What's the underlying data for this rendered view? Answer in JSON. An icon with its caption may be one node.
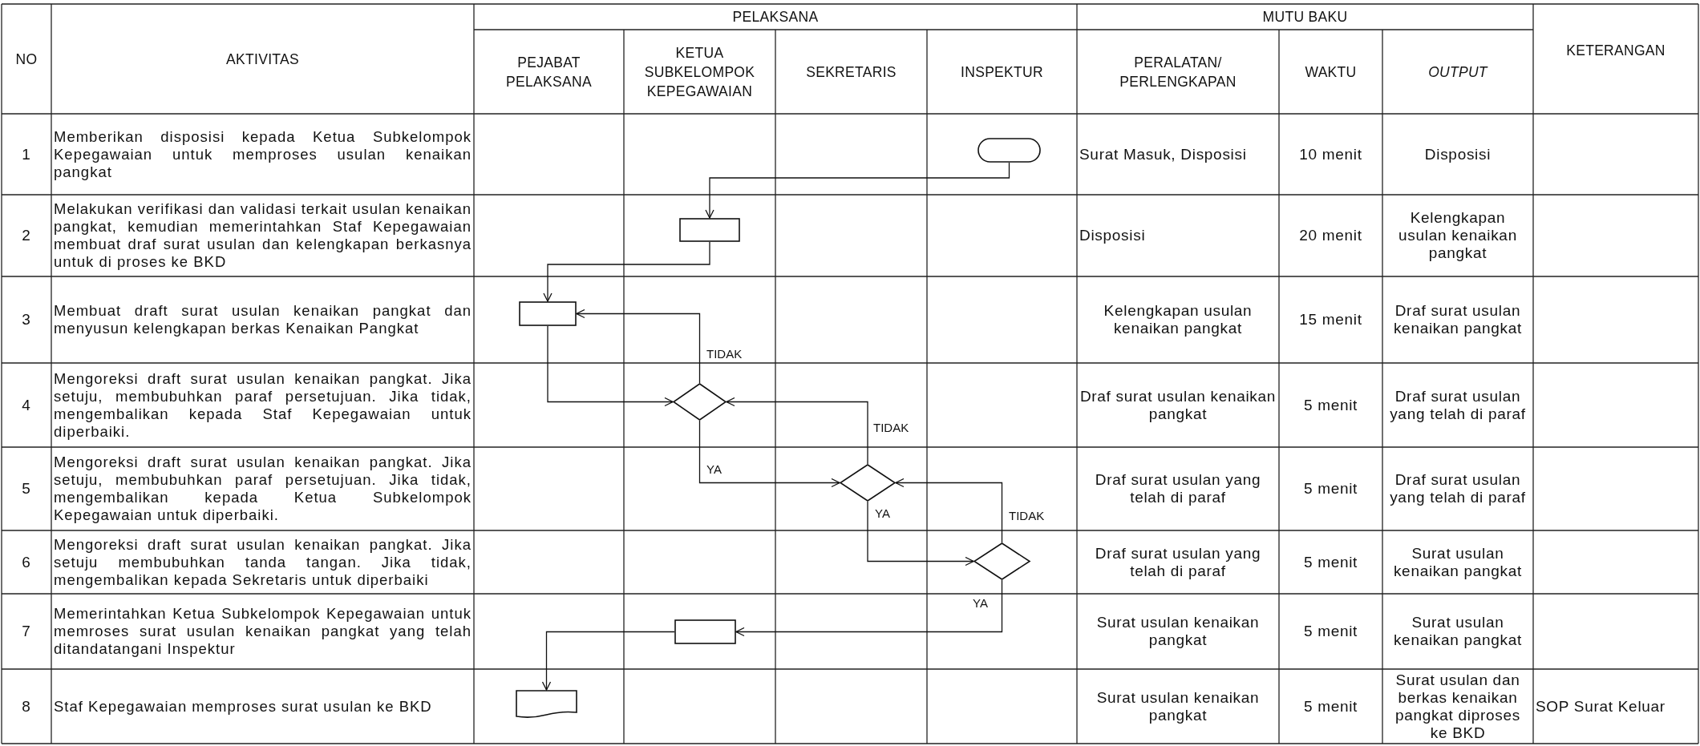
{
  "diagram": {
    "nodes": [
      {
        "text": [],
        "shape": "oval"
      },
      {
        "text": [],
        "shape": "box"
      },
      {
        "text": [],
        "shape": "box"
      },
      {
        "text": [],
        "shape": "diamond"
      },
      {
        "text": [],
        "shape": "diamond"
      },
      {
        "text": [],
        "shape": "diamond"
      },
      {
        "text": [],
        "shape": "box"
      },
      {
        "text": [],
        "shape": "document"
      }
    ],
    "edges": [
      {
        "from": 0,
        "to": 1,
        "arrow": "to"
      },
      {
        "from": 1,
        "to": 2,
        "arrow": "to"
      },
      {
        "from": 2,
        "to": 3,
        "arrow": "to"
      },
      {
        "from": 3,
        "to": 2,
        "arrow": "to",
        "label": "TIDAK"
      },
      {
        "from": 3,
        "to": 4,
        "arrow": "to",
        "label": "YA"
      },
      {
        "from": 4,
        "to": 3,
        "arrow": "to",
        "label": "TIDAK"
      },
      {
        "from": 4,
        "to": 5,
        "arrow": "to",
        "label": "YA"
      },
      {
        "from": 5,
        "to": 4,
        "arrow": "to",
        "label": "TIDAK"
      },
      {
        "from": 5,
        "to": 6,
        "arrow": "to",
        "label": "YA"
      },
      {
        "from": 6,
        "to": 7,
        "arrow": "to"
      }
    ],
    "labels": [
      "NO",
      "AKTIVITAS",
      "PELAKSANA",
      "MUTU BAKU",
      "KETERANGAN",
      "PEJABAT PELAKSANA",
      "KETUA SUBKELOMPOK KEPEGAWAIAN",
      "SEKRETARIS",
      "INSPEKTUR",
      "PERALATAN/ PERLENGKAPAN",
      "WAKTU",
      "OUTPUT",
      "1",
      "Memberikan disposisi kepada Ketua Subkelompok Kepegawaian untuk memproses usulan kenaikan pangkat",
      "Surat Masuk, Disposisi",
      "10 menit",
      "Disposisi",
      "2",
      "Melakukan verifikasi dan validasi terkait usulan kenaikan pangkat, kemudian memerintahkan Staf Kepegawaian membuat draf surat usulan dan kelengkapan berkasnya untuk di proses ke BKD",
      "Disposisi",
      "20 menit",
      "Kelengkapan usulan kenaikan pangkat",
      "3",
      "Membuat draft surat usulan kenaikan pangkat dan menyusun kelengkapan berkas Kenaikan Pangkat",
      "Kelengkapan usulan kenaikan pangkat",
      "15 menit",
      "Draf surat usulan kenaikan pangkat",
      "4",
      "Mengoreksi draft surat usulan kenaikan pangkat. Jika setuju, membubuhkan paraf persetujuan. Jika tidak, mengembalikan kepada Staf Kepegawaian untuk diperbaiki.",
      "Draf surat usulan kenaikan pangkat",
      "5 menit",
      "Draf surat usulan yang telah di paraf",
      "5",
      "Mengoreksi draft surat usulan kenaikan pangkat. Jika setuju, membubuhkan paraf persetujuan. Jika tidak, mengembalikan kepada Ketua Subkelompok Kepegawaian untuk diperbaiki.",
      "Draf surat usulan yang telah di paraf",
      "5 menit",
      "Draf surat usulan yang telah di paraf",
      "6",
      "Mengoreksi draft surat usulan kenaikan pangkat. Jika setuju membubuhkan tanda tangan. Jika tidak, mengembalikan kepada Sekretaris untuk diperbaiki",
      "Draf surat usulan yang telah di paraf",
      "5 menit",
      "Surat usulan kenaikan pangkat",
      "7",
      "Memerintahkan Ketua Subkelompok Kepegawaian untuk memroses surat usulan kenaikan pangkat yang telah ditandatangani Inspektur",
      "Surat usulan kenaikan pangkat",
      "5 menit",
      "Surat usulan kenaikan pangkat",
      "8",
      "Staf Kepegawaian memproses surat usulan ke BKD",
      "Surat usulan kenaikan pangkat",
      "5 menit",
      "Surat usulan dan berkas kenaikan pangkat diproses ke BKD",
      "SOP Surat Keluar"
    ]
  }
}
